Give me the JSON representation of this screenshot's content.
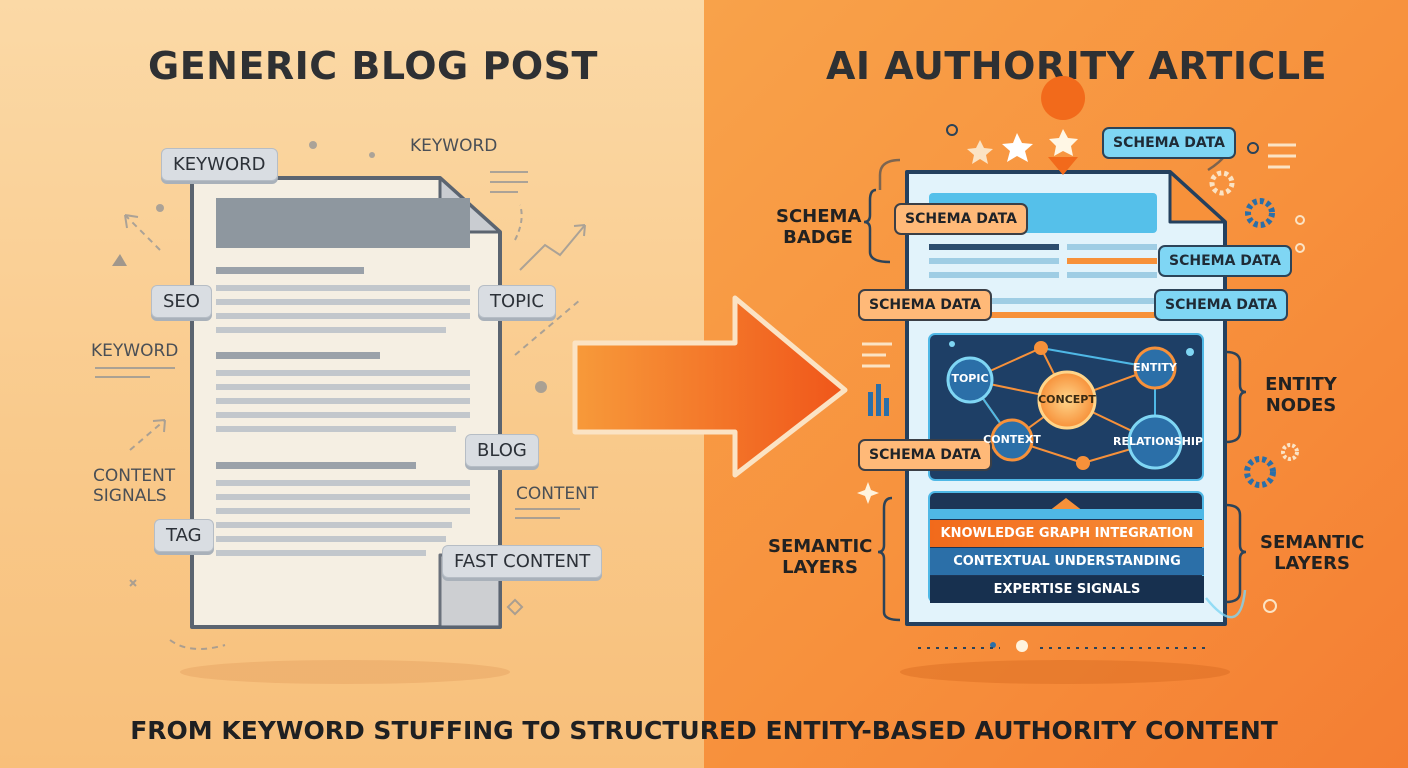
{
  "left": {
    "title": "GENERIC BLOG POST",
    "chips": [
      "KEYWORD",
      "SEO",
      "TOPIC",
      "BLOG",
      "TAG",
      "FAST CONTENT"
    ],
    "floating": [
      "KEYWORD",
      "KEYWORD",
      "CONTENT",
      "CONTENT SIGNALS"
    ]
  },
  "right": {
    "title": "AI AUTHORITY ARTICLE",
    "schema_label": "SCHEMA DATA",
    "side_labels": {
      "schema_badge": [
        "SCHEMA",
        "BADGE"
      ],
      "entity_nodes": [
        "ENTITY",
        "NODES"
      ],
      "semantic_layers": [
        "SEMANTIC",
        "LAYERS"
      ]
    },
    "nodes": [
      "TOPIC",
      "CONCEPT",
      "ENTITY",
      "CONTEXT",
      "RELATIONSHIP"
    ],
    "layers": [
      "KNOWLEDGE GRAPH INTEGRATION",
      "CONTEXTUAL UNDERSTANDING",
      "EXPERTISE SIGNALS"
    ]
  },
  "footer": "FROM KEYWORD STUFFING TO STRUCTURED ENTITY-BASED AUTHORITY CONTENT",
  "colors": {
    "left_bg": "#f9c98a",
    "right_bg": "#f7903c",
    "arrow": "#f26a1b",
    "doc_paper": "#f5efe3",
    "node_orange": "#f7913a",
    "node_blue": "#4fb8e6",
    "graph_bg": "#1e3f66"
  }
}
